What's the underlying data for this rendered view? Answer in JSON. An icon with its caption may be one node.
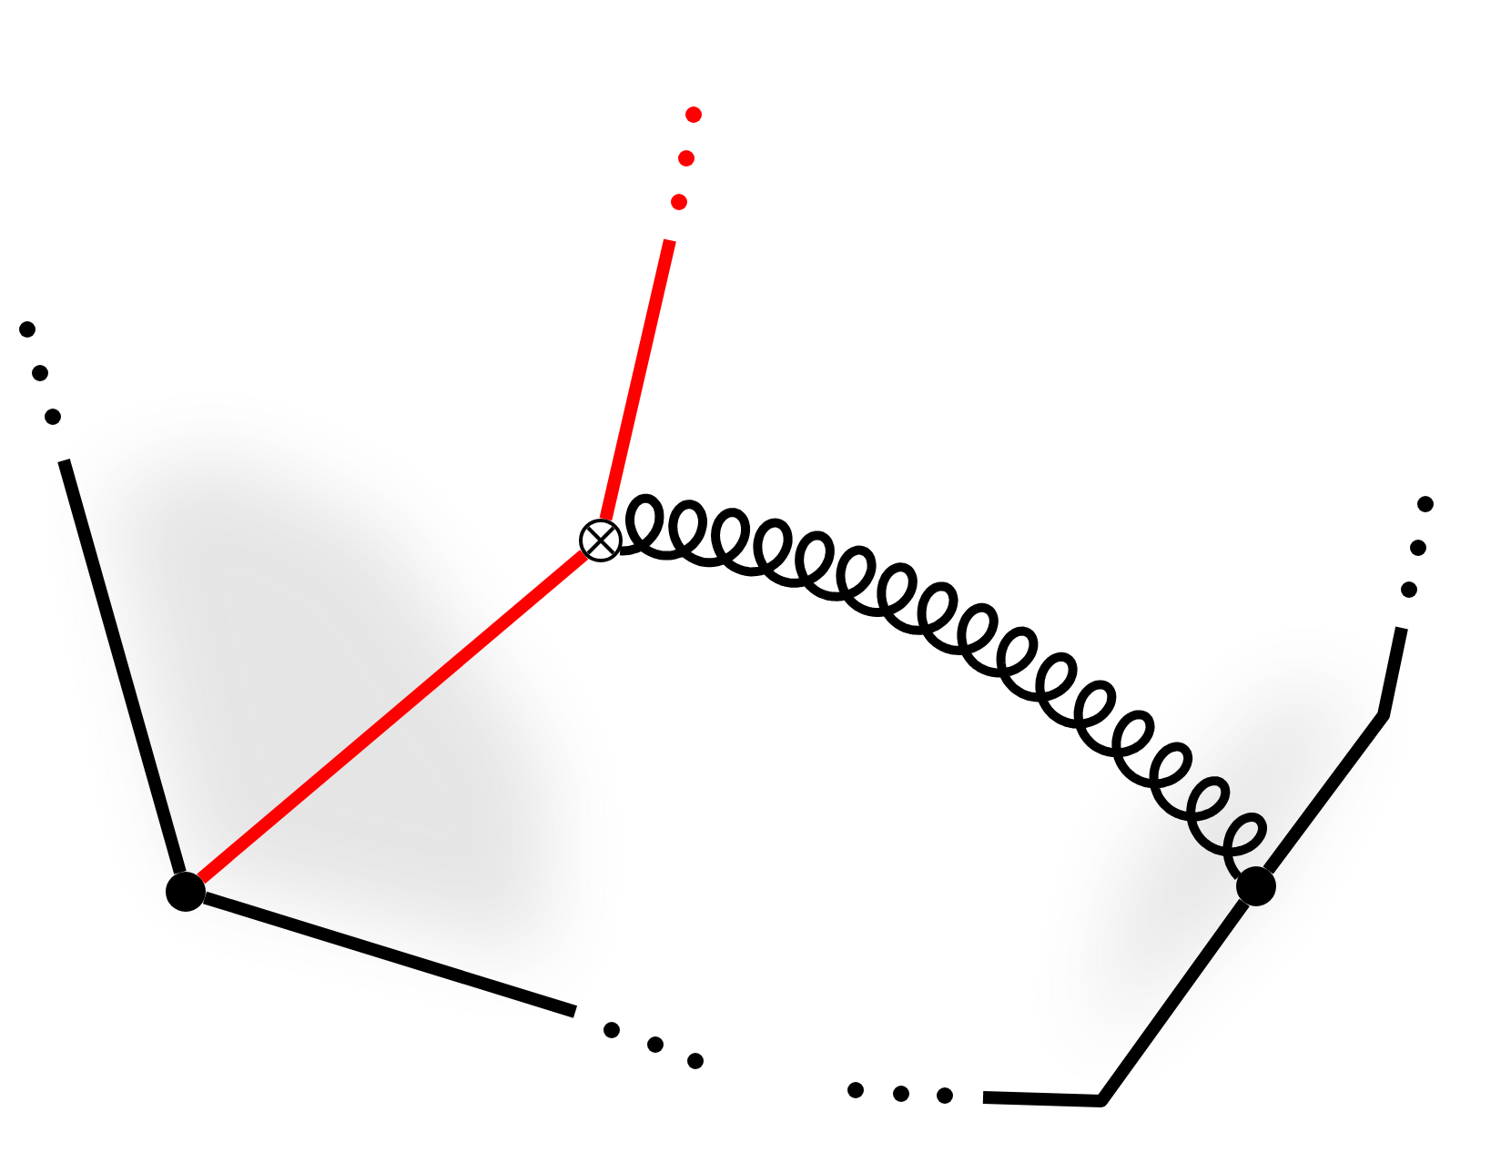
{
  "diagram": {
    "nodes": [
      {
        "text": [],
        "shape": "circle"
      },
      {
        "text": [],
        "shape": "circle"
      },
      {
        "text": [],
        "shape": "circle"
      }
    ],
    "edges": [
      {
        "from": 0,
        "to": 1,
        "arrow": "none",
        "color": "#ff0000"
      },
      {
        "from": 1,
        "to": 2,
        "arrow": "none"
      },
      {
        "from": 1,
        "to": null,
        "arrow": "none",
        "color": "#ff0000"
      },
      {
        "from": 0,
        "to": null,
        "arrow": "none"
      },
      {
        "from": 0,
        "to": null,
        "arrow": "none"
      },
      {
        "from": 2,
        "to": null,
        "arrow": "none"
      },
      {
        "from": 2,
        "to": null,
        "arrow": "none"
      }
    ]
  }
}
